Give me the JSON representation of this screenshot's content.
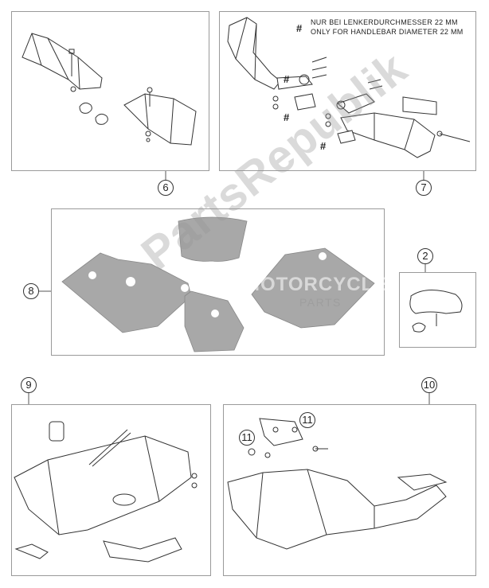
{
  "callouts": {
    "c6": "6",
    "c7": "7",
    "c8": "8",
    "c2": "2",
    "c9": "9",
    "c10": "10",
    "c11a": "11",
    "c11b": "11"
  },
  "note": {
    "hash": "#",
    "line1": "NUR BEI LENKERDURCHMESSER 22 MM",
    "line2": "ONLY FOR HANDLEBAR DIAMETER 22 MM"
  },
  "hashes": [
    "#",
    "#",
    "#"
  ],
  "decal": {
    "motorcycle": "MOTORCYCLE",
    "parts": "PARTS"
  },
  "watermark": "PartsRepublik"
}
